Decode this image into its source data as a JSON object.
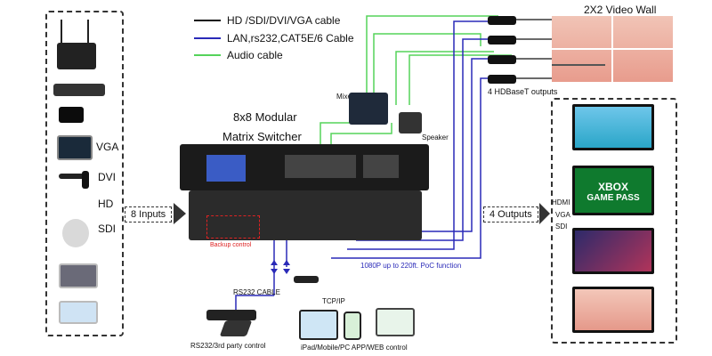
{
  "legend": [
    {
      "text": "HD   /SDI/DVI/VGA cable",
      "color": "#111111"
    },
    {
      "text": "LAN,rs232,CAT5E/6 Cable",
      "color": "#2a2ab8"
    },
    {
      "text": "Audio cable",
      "color": "#55d35a"
    }
  ],
  "switcher": {
    "title_line1": "8x8 Modular",
    "title_line2": "Matrix Switcher",
    "backup": "Backup control"
  },
  "inputs": {
    "labels": [
      "VGA",
      "DVI",
      "HD",
      "SDI"
    ],
    "arrow": "8 Inputs"
  },
  "outputs": {
    "labels": [
      "HDMI",
      "VGA",
      "SDI"
    ],
    "arrow": "4 Outputs",
    "hdbaset": "4 HDBaseT outputs"
  },
  "videowall": {
    "title": "2X2 Video Wall"
  },
  "audio": {
    "mixer": "Mixer",
    "speaker": "Speaker"
  },
  "control": {
    "rs232_cable": "RS232 CABLE",
    "tcpip": "TCP/IP",
    "rs232_label": "RS232/3rd party control",
    "app_label": "iPad/Mobile/PC APP/WEB control",
    "poc": "1080P up to 220ft. PoC function"
  },
  "xbox": {
    "line1": "XBOX",
    "line2": "GAME PASS"
  }
}
